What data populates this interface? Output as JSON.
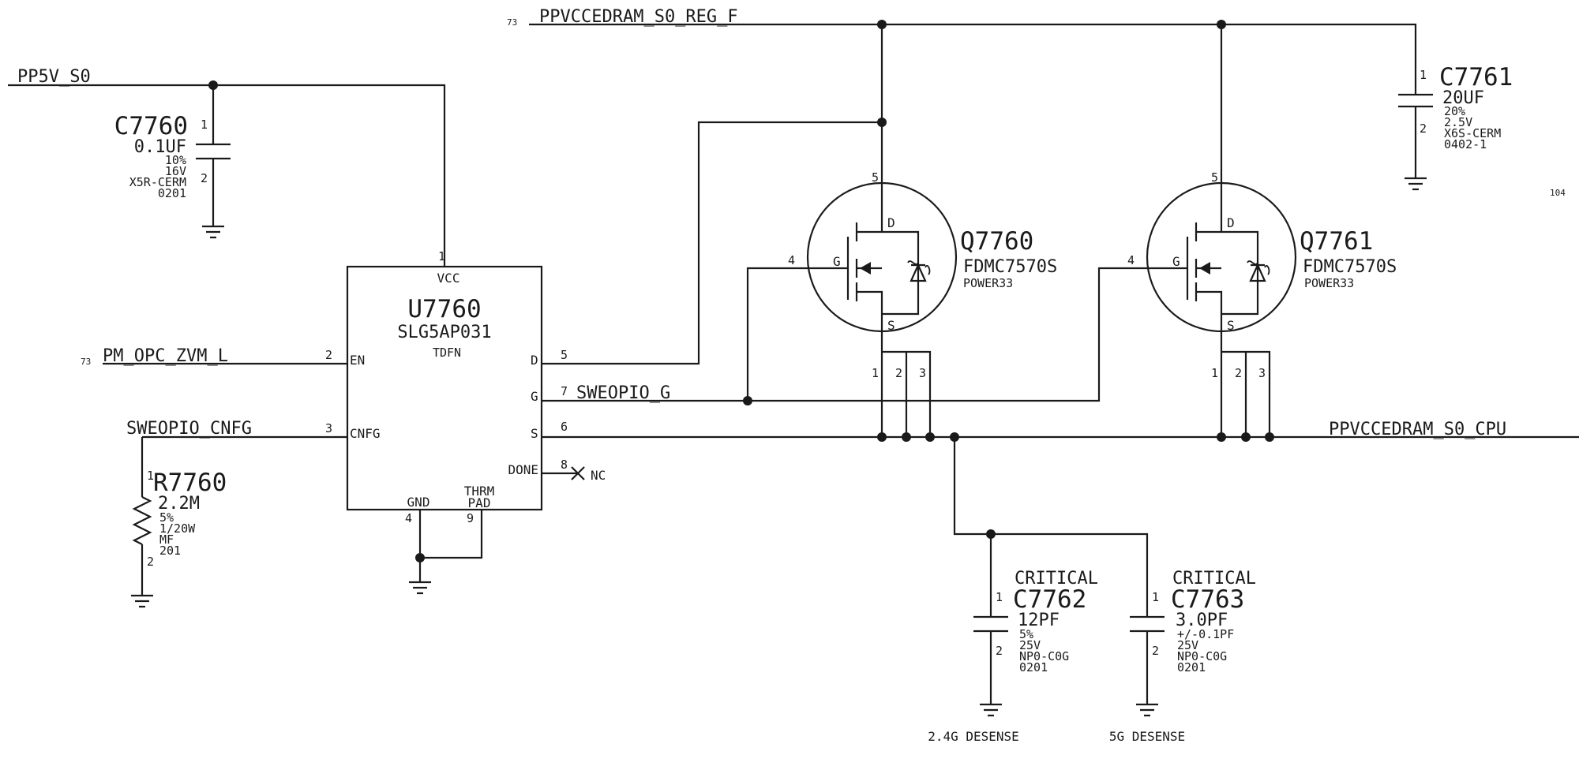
{
  "nets": {
    "pp5v": "PP5V_S0",
    "reg_f": "PPVCCEDRAM_S0_REG_F",
    "reg_f_page": "73",
    "cpu": "PPVCCEDRAM_S0_CPU",
    "en": "PM_OPC_ZVM_L",
    "en_page": "73",
    "cnfg": "SWEOPIO_CNFG",
    "gate": "SWEOPIO_G",
    "nc": "NC",
    "page_ref": "104"
  },
  "u7760": {
    "ref": "U7760",
    "part": "SLG5AP031",
    "pkg": "TDFN",
    "pins": {
      "vcc": "VCC",
      "en": "EN",
      "cnfg": "CNFG",
      "d": "D",
      "g": "G",
      "s": "S",
      "done": "DONE",
      "gnd": "GND",
      "thrm": "THRM",
      "pad": "PAD",
      "n1": "1",
      "n2": "2",
      "n3": "3",
      "n4": "4",
      "n5": "5",
      "n6": "6",
      "n7": "7",
      "n8": "8",
      "n9": "9"
    }
  },
  "c7760": {
    "ref": "C7760",
    "value": "0.1UF",
    "tol": "10%",
    "volt": "16V",
    "diel": "X5R-CERM",
    "size": "0201",
    "p1": "1",
    "p2": "2"
  },
  "c7761": {
    "ref": "C7761",
    "value": "20UF",
    "tol": "20%",
    "volt": "2.5V",
    "diel": "X6S-CERM",
    "size": "0402-1",
    "p1": "1",
    "p2": "2"
  },
  "r7760": {
    "ref": "R7760",
    "value": "2.2M",
    "tol": "5%",
    "power": "1/20W",
    "type": "MF",
    "size": "201",
    "p1": "1",
    "p2": "2"
  },
  "q7760": {
    "ref": "Q7760",
    "part": "FDMC7570S",
    "pkg": "POWER33",
    "d": "D",
    "g": "G",
    "s": "S",
    "p1": "1",
    "p2": "2",
    "p3": "3",
    "p4": "4",
    "p5": "5"
  },
  "q7761": {
    "ref": "Q7761",
    "part": "FDMC7570S",
    "pkg": "POWER33",
    "d": "D",
    "g": "G",
    "s": "S",
    "p1": "1",
    "p2": "2",
    "p3": "3",
    "p4": "4",
    "p5": "5"
  },
  "c7762": {
    "crit": "CRITICAL",
    "ref": "C7762",
    "value": "12PF",
    "tol": "5%",
    "volt": "25V",
    "diel": "NP0-C0G",
    "size": "0201",
    "note": "2.4G DESENSE",
    "p1": "1",
    "p2": "2"
  },
  "c7763": {
    "crit": "CRITICAL",
    "ref": "C7763",
    "value": "3.0PF",
    "tol": "+/-0.1PF",
    "volt": "25V",
    "diel": "NP0-C0G",
    "size": "0201",
    "note": "5G DESENSE",
    "p1": "1",
    "p2": "2"
  }
}
